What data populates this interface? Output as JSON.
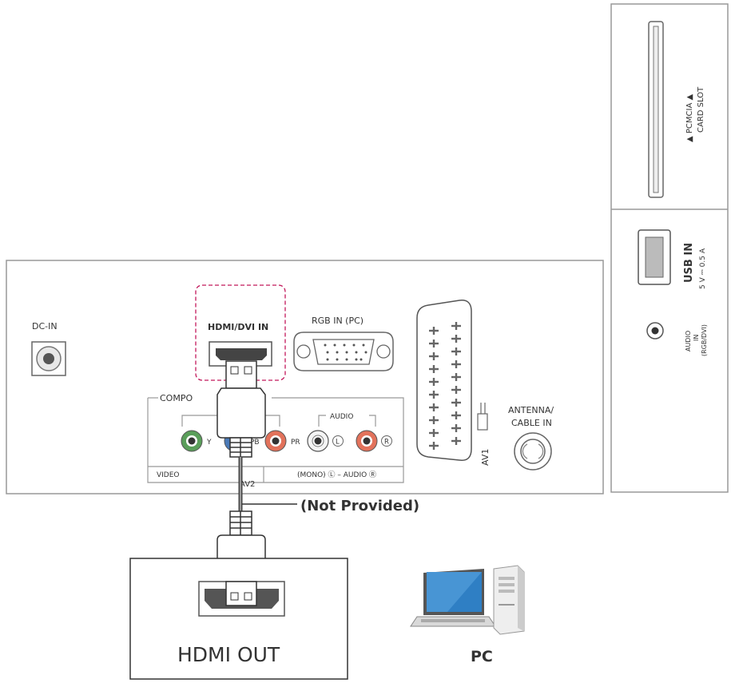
{
  "labels": {
    "dc_in": "DC-IN",
    "hdmi_dvi_in": "HDMI/DVI IN",
    "rgb_in_pc": "RGB IN (PC)",
    "component": "COMPO",
    "audio": "AUDIO",
    "y": "Y",
    "pb": "PB",
    "pr": "PR",
    "l": "L",
    "r": "R",
    "video": "VIDEO",
    "av2": "AV2",
    "mono_audio": "(MONO) Ⓛ – AUDIO Ⓡ",
    "av1": "AV1",
    "antenna_line1": "ANTENNA/",
    "antenna_line2": "CABLE IN",
    "not_provided": "(Not Provided)",
    "hdmi_out": "HDMI OUT",
    "pc": "PC",
    "pcmcia_line1": "▲ PCMCIA ▲",
    "pcmcia_line2": "CARD SLOT",
    "usb_in": "USB IN",
    "usb_rating": "5 V ⎓ 0.5 A",
    "audio_in_line1": "AUDIO",
    "audio_in_line2": "IN",
    "audio_in_line3": "(RGB/DVI)"
  },
  "colors": {
    "outline": "#555555",
    "panel_stroke": "#888888",
    "highlight_dash": "#c2185b",
    "jack_green": "#5a9e5a",
    "jack_blue": "#4a7ab8",
    "jack_red": "#e2725b",
    "screen_blue": "#2f7fc4"
  }
}
